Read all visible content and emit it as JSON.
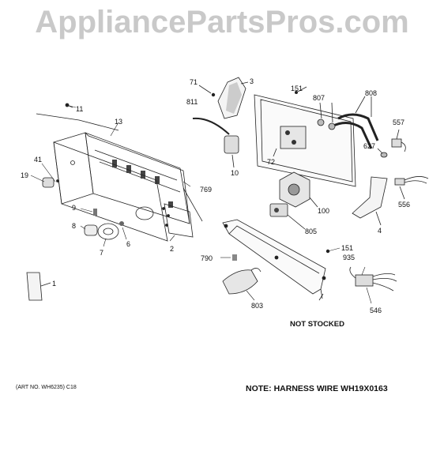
{
  "watermark": "AppliancePartsPros.com",
  "callouts": {
    "c1": "1",
    "c2": "2",
    "c3": "3",
    "c4": "4",
    "c6": "6",
    "c7": "7",
    "c8": "8",
    "c9": "9",
    "c10": "10",
    "c11": "11",
    "c13": "13",
    "c19": "19",
    "c41": "41",
    "c71": "71",
    "c72": "72",
    "c100": "100",
    "c151a": "151",
    "c151b": "151",
    "c546": "546",
    "c556": "556",
    "c557": "557",
    "c627": "627",
    "c769": "769",
    "c790": "790",
    "c803": "803",
    "c805": "805",
    "c807": "807",
    "c808": "808",
    "c811": "811",
    "c935": "935"
  },
  "not_stocked": "NOT STOCKED",
  "art_no": "(ART NO. WH6235) C18",
  "note": "NOTE: HARNESS WIRE WH19X0163"
}
